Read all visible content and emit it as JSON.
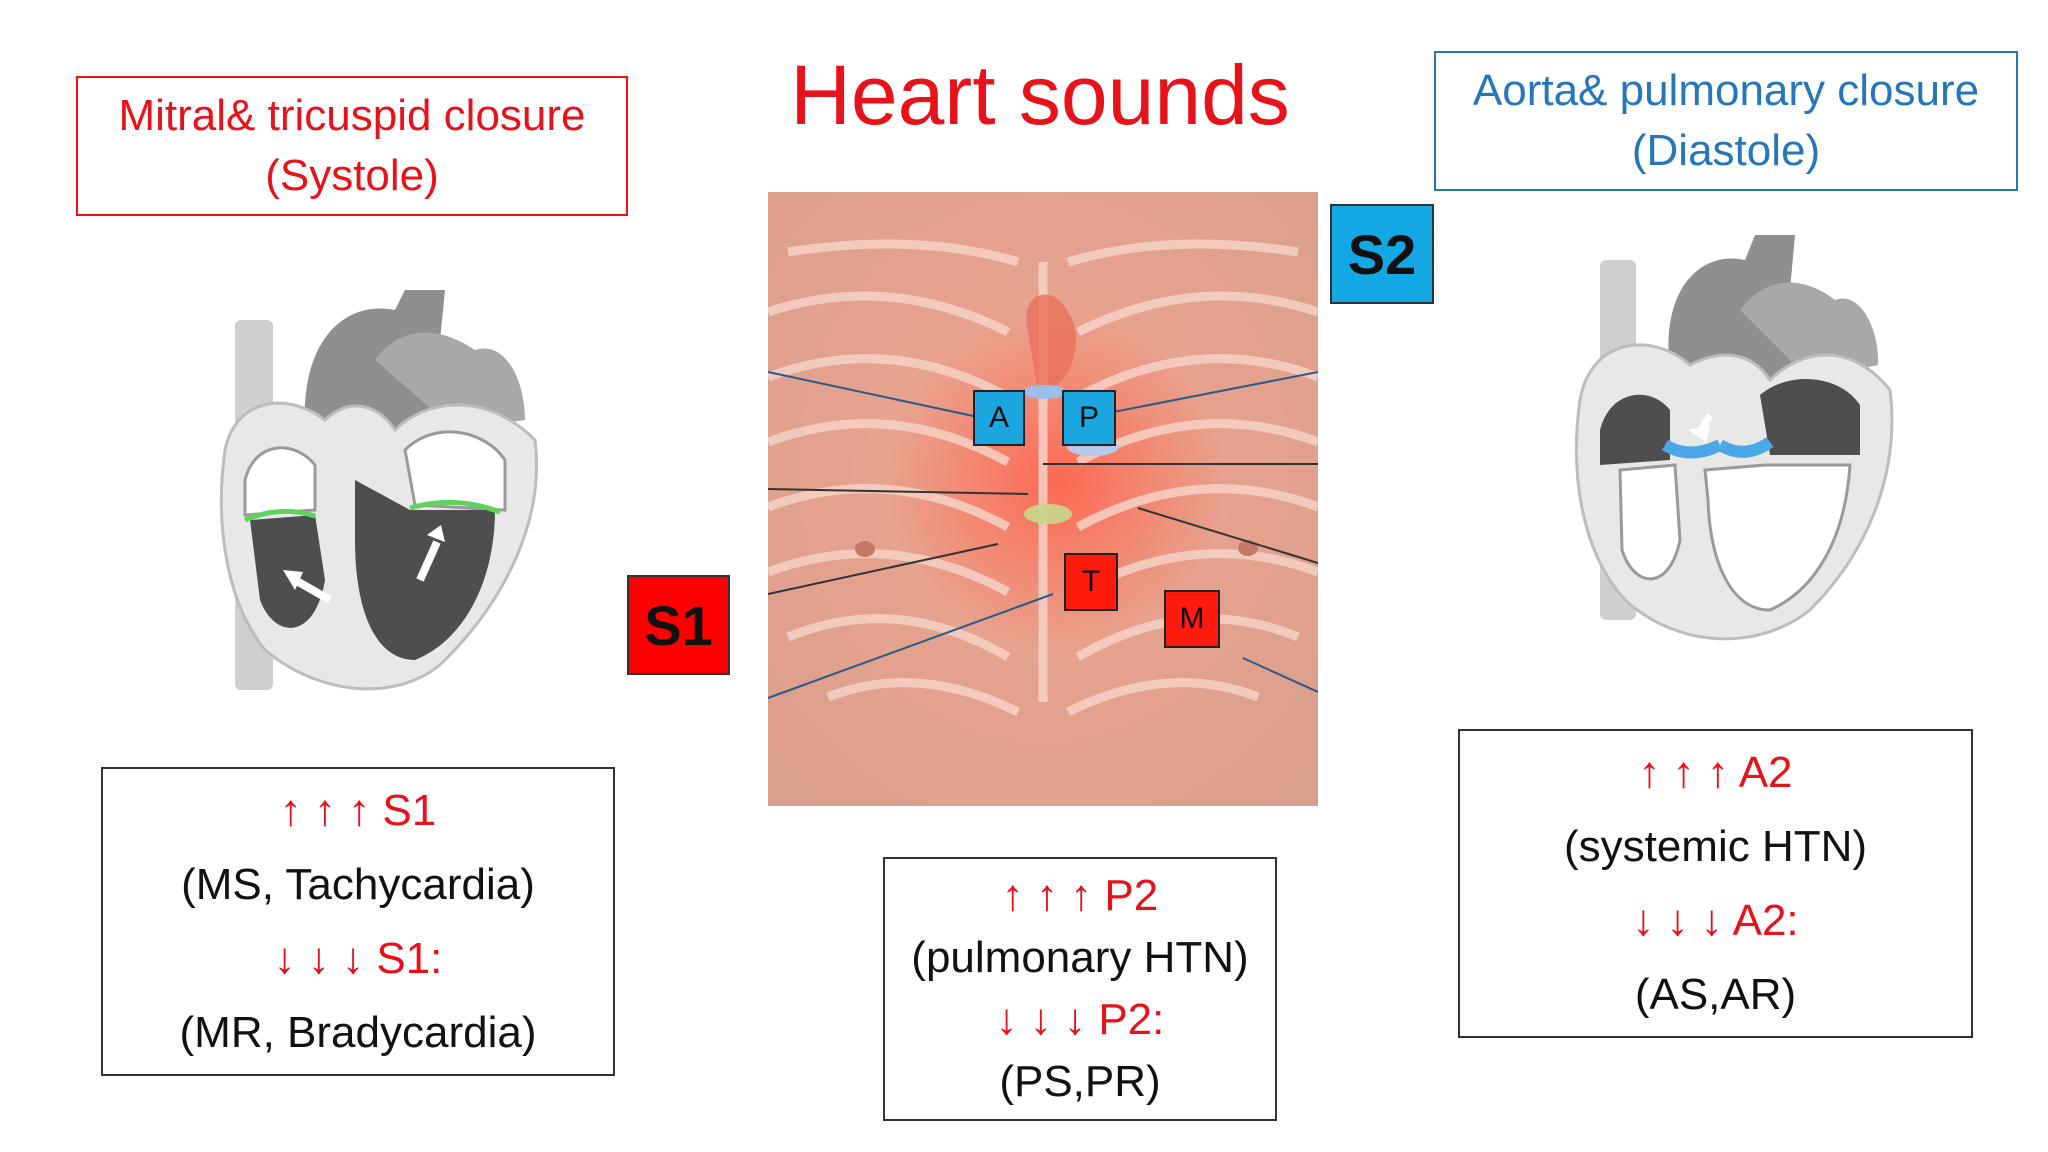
{
  "title": "Heart sounds",
  "systole_header": {
    "line1": "Mitral& tricuspid closure",
    "line2": "(Systole)"
  },
  "diastole_header": {
    "line1": "Aorta& pulmonary closure",
    "line2": "(Diastole)"
  },
  "s1_label": "S1",
  "s2_label": "S2",
  "markers": {
    "aortic": "A",
    "pulmonic": "P",
    "tricuspid": "T",
    "mitral": "M"
  },
  "s1_box": {
    "increase": "↑ ↑ ↑ S1",
    "increase_causes": "(MS, Tachycardia)",
    "decrease": "↓ ↓ ↓ S1:",
    "decrease_causes": "(MR, Bradycardia)"
  },
  "p2_box": {
    "increase": "↑ ↑ ↑ P2",
    "increase_causes": "(pulmonary HTN)",
    "decrease": "↓ ↓ ↓ P2:",
    "decrease_causes": "(PS,PR)"
  },
  "a2_box": {
    "increase": "↑ ↑ ↑ A2",
    "increase_causes": "(systemic HTN)",
    "decrease": "↓ ↓ ↓ A2:",
    "decrease_causes": "(AS,AR)"
  },
  "colors": {
    "systole_red": "#e8121b",
    "diastole_blue": "#2676bb",
    "s1_fill": "#ff0000",
    "s2_fill": "#13a8e4",
    "closed_valve_green": "#5fd35f",
    "closed_valve_blue": "#4aa8e8"
  }
}
